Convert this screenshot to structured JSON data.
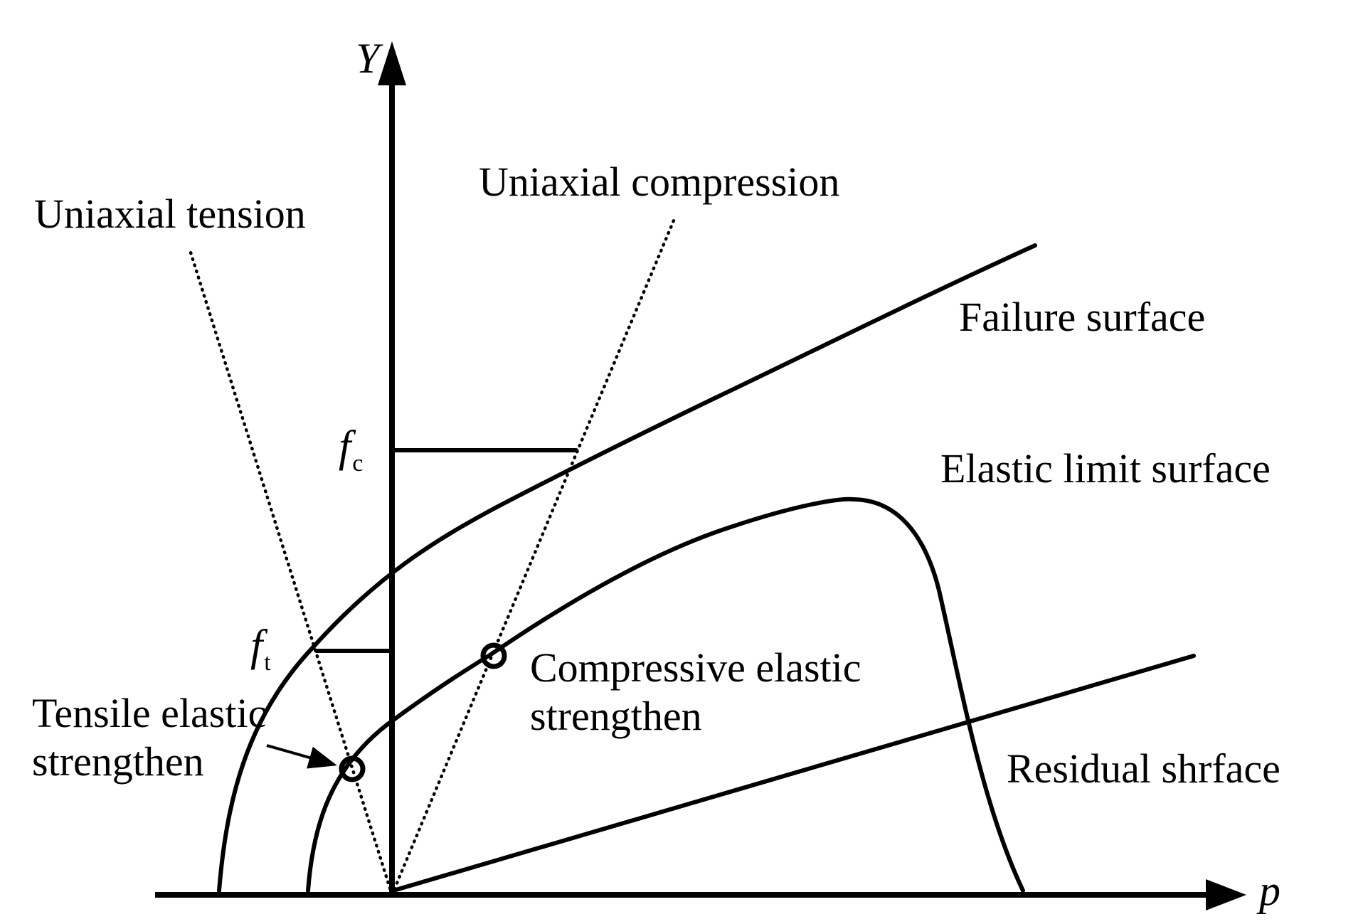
{
  "axes": {
    "y_label": "Y",
    "x_label": "p"
  },
  "rays": {
    "uniaxial_tension": "Uniaxial tension",
    "uniaxial_compression": "Uniaxial compression"
  },
  "surfaces": {
    "failure": "Failure surface",
    "elastic_limit": "Elastic limit surface",
    "residual": "Residual shrface"
  },
  "levels": {
    "fc_main": "f",
    "fc_sub": "c",
    "ft_main": "f",
    "ft_sub": "t"
  },
  "annotations": {
    "tensile_line1": "Tensile elastic",
    "tensile_line2": "strengthen",
    "compressive_line1": "Compressive elastic",
    "compressive_line2": "strengthen"
  }
}
